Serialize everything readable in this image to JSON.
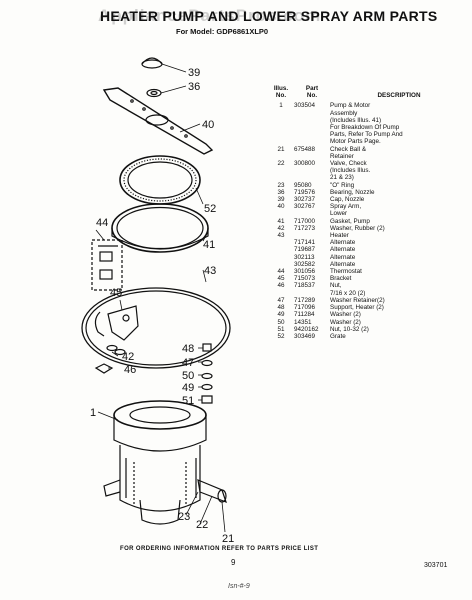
{
  "header": {
    "title": "HEATER PUMP AND LOWER SPRAY ARM PARTS",
    "watermark": "AppliancePartsPros.com",
    "model": "For Model: GDP6861XLP0"
  },
  "table": {
    "headers": {
      "illus": "Illus.\nNo.",
      "part": "Part\nNo.",
      "description": "DESCRIPTION"
    },
    "rows": [
      {
        "illus": "1",
        "part": "303504",
        "description": "Pump & Motor\nAssembly\n(Includes Illus. 41)\nFor Breakdown Of Pump\nParts, Refer To Pump And\nMotor Parts Page."
      },
      {
        "illus": "21",
        "part": "675488",
        "description": "Check Ball &\nRetainer"
      },
      {
        "illus": "22",
        "part": "300800",
        "description": "Valve, Check\n(Includes Illus.\n21 & 23)"
      },
      {
        "illus": "23",
        "part": "95080",
        "description": "\"O\" Ring"
      },
      {
        "illus": "36",
        "part": "719576",
        "description": "Bearing, Nozzle"
      },
      {
        "illus": "39",
        "part": "302737",
        "description": "Cap, Nozzle"
      },
      {
        "illus": "40",
        "part": "302767",
        "description": "Spray Arm,\nLower"
      },
      {
        "illus": "41",
        "part": "717000",
        "description": "Gasket, Pump"
      },
      {
        "illus": "42",
        "part": "717273",
        "description": "Washer, Rubber (2)"
      },
      {
        "illus": "43",
        "part": "",
        "description": "Heater"
      },
      {
        "illus": "",
        "part": "717141",
        "description": "Alternate"
      },
      {
        "illus": "",
        "part": "719687",
        "description": "Alternate"
      },
      {
        "illus": "",
        "part": "302113",
        "description": "Alternate"
      },
      {
        "illus": "",
        "part": "302582",
        "description": "Alternate"
      },
      {
        "illus": "44",
        "part": "301056",
        "description": "Thermostat"
      },
      {
        "illus": "45",
        "part": "715073",
        "description": "Bracket"
      },
      {
        "illus": "46",
        "part": "718537",
        "description": "Nut,\n7/16 x 20 (2)"
      },
      {
        "illus": "47",
        "part": "717289",
        "description": "Washer Retainer(2)"
      },
      {
        "illus": "48",
        "part": "717096",
        "description": "Support, Heater (2)"
      },
      {
        "illus": "49",
        "part": "711284",
        "description": "Washer (2)"
      },
      {
        "illus": "50",
        "part": "14351",
        "description": "Washer (2)"
      },
      {
        "illus": "51",
        "part": "9420162",
        "description": "Nut, 10-32 (2)"
      },
      {
        "illus": "52",
        "part": "303469",
        "description": "Grate"
      }
    ]
  },
  "callouts": {
    "c39": "39",
    "c36": "36",
    "c40": "40",
    "c52": "52",
    "c41": "41",
    "c44": "44",
    "c43": "43",
    "c45": "45",
    "c42": "42",
    "c46": "46",
    "c48": "48",
    "c47": "47",
    "c50": "50",
    "c49": "49",
    "c51": "51",
    "c1": "1",
    "c23": "23",
    "c22": "22",
    "c21": "21"
  },
  "footer": {
    "ordering": "FOR ORDERING INFORMATION REFER TO PARTS PRICE LIST",
    "page_number": "9",
    "doc_number": "303701",
    "scribble": "Isn-#-9"
  }
}
